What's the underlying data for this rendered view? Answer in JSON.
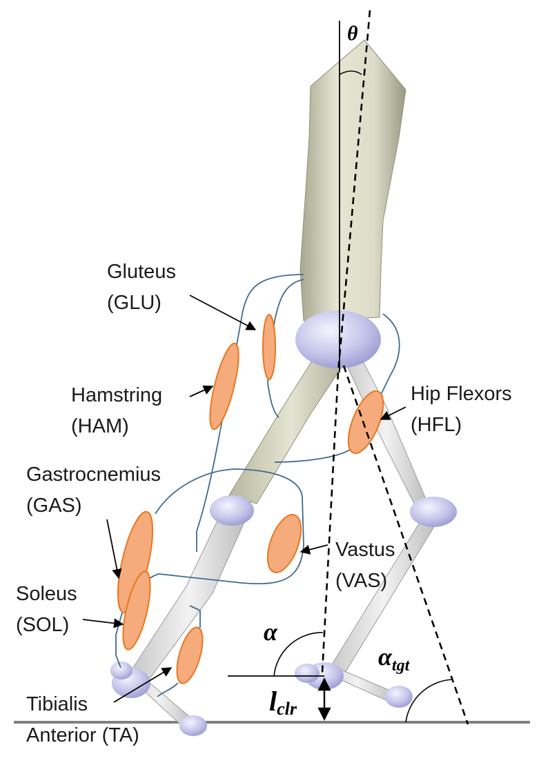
{
  "muscles": {
    "glu": {
      "name": "Gluteus",
      "abbr": "(GLU)"
    },
    "ham": {
      "name": "Hamstring",
      "abbr": "(HAM)"
    },
    "hfl": {
      "name": "Hip Flexors",
      "abbr": "(HFL)"
    },
    "gas": {
      "name": "Gastrocnemius",
      "abbr": "(GAS)"
    },
    "vas": {
      "name": "Vastus",
      "abbr": "(VAS)"
    },
    "sol": {
      "name": "Soleus",
      "abbr": "(SOL)"
    },
    "ta": {
      "name": "Tibialis",
      "abbr": "Anterior (TA)"
    }
  },
  "symbols": {
    "theta": "θ",
    "alpha": "α",
    "alpha_tgt_base": "α",
    "alpha_tgt_sub": "tgt",
    "l_clr_base": "l",
    "l_clr_sub": "clr"
  },
  "colors": {
    "muscle_fill": "#f5ab7b",
    "muscle_stroke": "#e8771f",
    "tendon": "#3e6b8c",
    "trunk": "#d9d9c4",
    "joint": "#c8c8ec",
    "ground": "#808080"
  }
}
